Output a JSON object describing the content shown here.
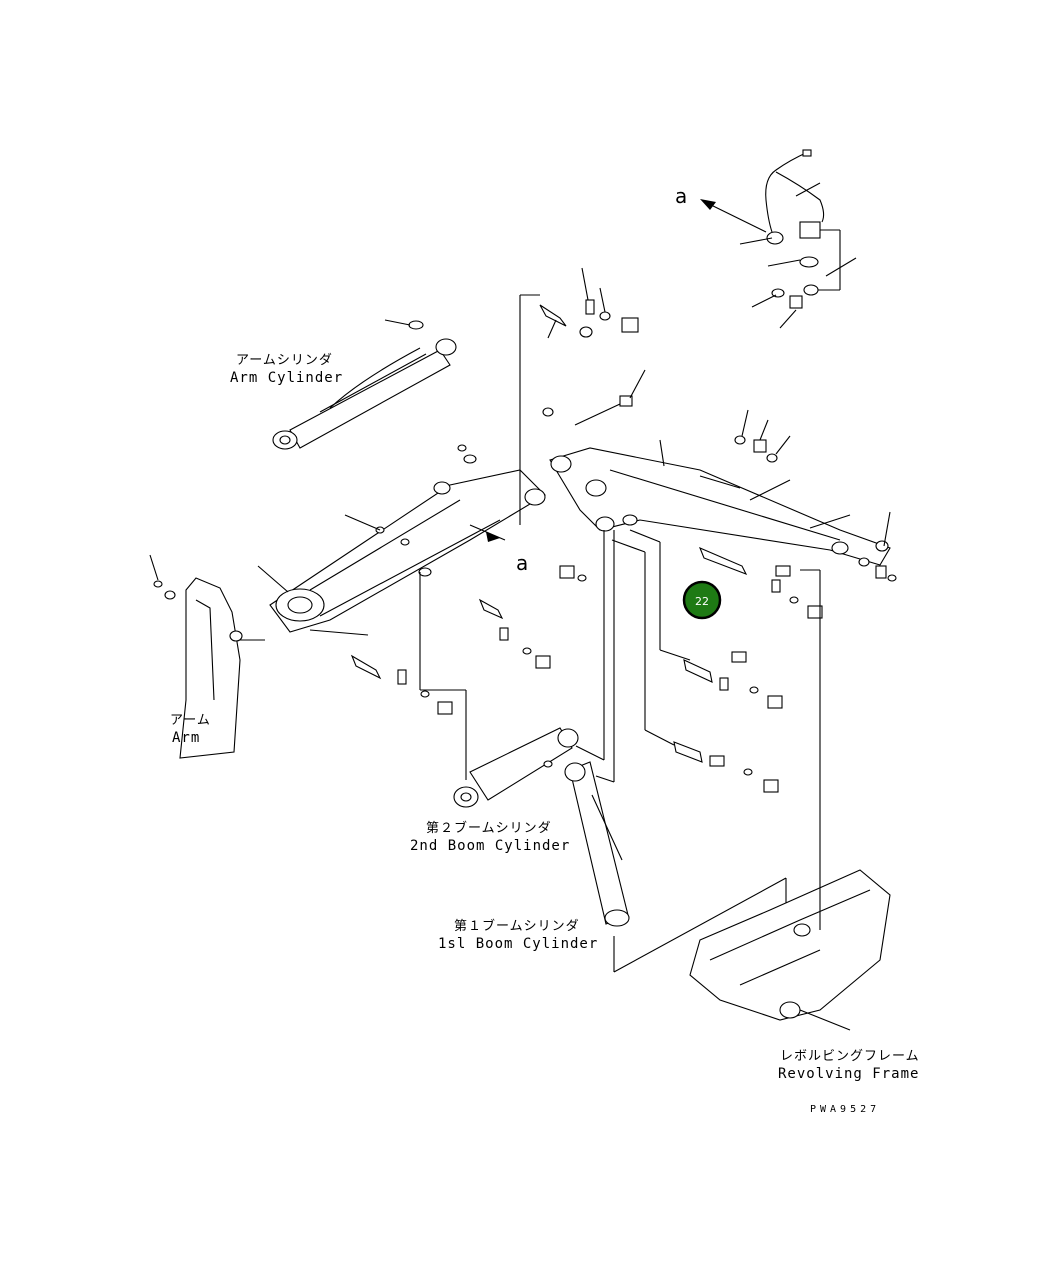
{
  "labels": {
    "arm_cylinder_jp": "アームシリンダ",
    "arm_cylinder_en": "Arm Cylinder",
    "arm_jp": "アーム",
    "arm_en": "Arm",
    "boom2_jp": "第２ブームシリンダ",
    "boom2_en": "2nd Boom Cylinder",
    "boom1_jp": "第１ブームシリンダ",
    "boom1_en": "1sl Boom Cylinder",
    "frame_jp": "レボルビングフレーム",
    "frame_en": "Revolving Frame",
    "view_marker_top": "a",
    "view_marker_mid": "a",
    "drawing_code": "PWA9527"
  },
  "callout": {
    "number": "22",
    "color": "#1e7a14",
    "border_color": "#000000"
  }
}
